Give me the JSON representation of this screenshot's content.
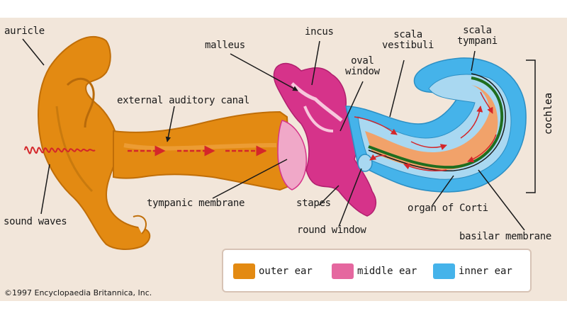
{
  "labels": {
    "auricle": "auricle",
    "external_auditory_canal": "external auditory canal",
    "sound_waves": "sound waves",
    "tympanic_membrane": "tympanic membrane",
    "malleus": "malleus",
    "incus": "incus",
    "oval_window": [
      "oval",
      "window"
    ],
    "stapes": "stapes",
    "round_window": "round window",
    "scala_vestibuli": [
      "scala",
      "vestibuli"
    ],
    "scala_tympani": [
      "scala",
      "tympani"
    ],
    "cochlea": "cochlea",
    "organ_of_corti": "organ of Corti",
    "basilar_membrane": "basilar membrane"
  },
  "legend": [
    {
      "label": "outer ear",
      "color": "#e38a12"
    },
    {
      "label": "middle ear",
      "color": "#e5679f"
    },
    {
      "label": "inner ear",
      "color": "#45b3ea"
    }
  ],
  "copyright": "©1997 Encyclopaedia Britannica, Inc.",
  "colors": {
    "outer_ear": "#e38a12",
    "middle_ear": "#d6338a",
    "inner_ear": "#45b3ea",
    "background": "#f2e6da",
    "arrows": "#d4262a"
  }
}
